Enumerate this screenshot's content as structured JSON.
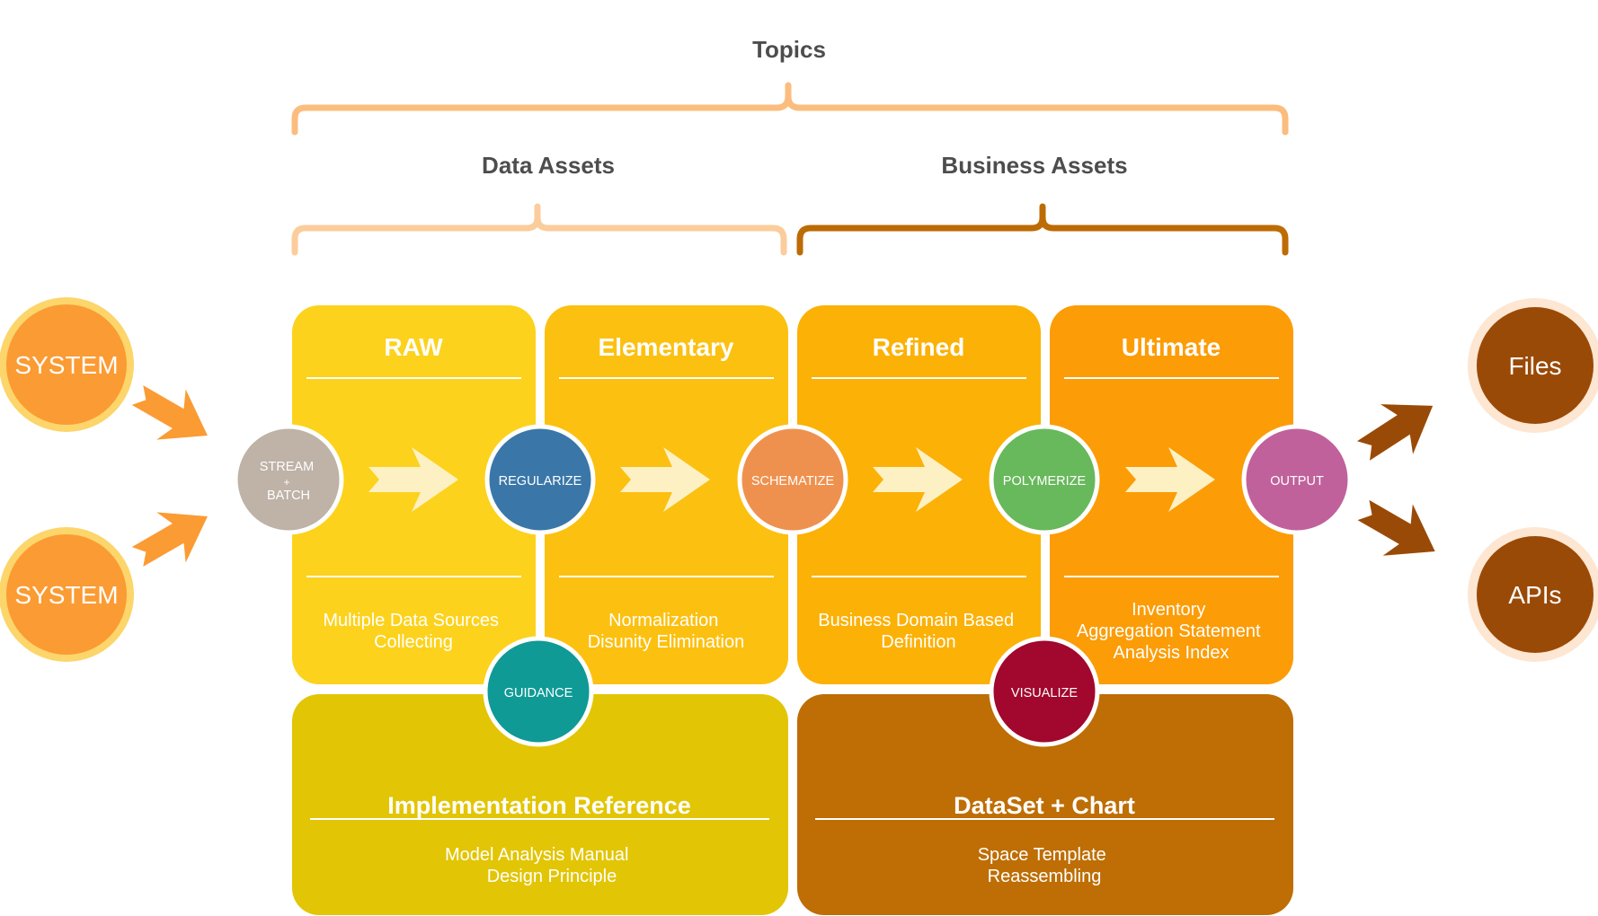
{
  "headings": {
    "topics": "Topics",
    "data_assets": "Data Assets",
    "business_assets": "Business Assets"
  },
  "sources": [
    {
      "label": "SYSTEM"
    },
    {
      "label": "SYSTEM"
    }
  ],
  "outputs": [
    {
      "label": "Files"
    },
    {
      "label": "APIs"
    }
  ],
  "stages": [
    {
      "title": "RAW",
      "desc": [
        "Multiple Data Sources",
        "Collecting"
      ],
      "color": "#fcd21c"
    },
    {
      "title": "Elementary",
      "desc": [
        "Normalization",
        "Disunity Elimination"
      ],
      "color": "#fcc010"
    },
    {
      "title": "Refined",
      "desc": [
        "Business Domain Based",
        "Definition"
      ],
      "color": "#fcb106"
    },
    {
      "title": "Ultimate",
      "desc": [
        "Inventory",
        "Aggregation Statement",
        "Analysis Index"
      ],
      "color": "#fc9c06"
    }
  ],
  "nodes": [
    {
      "label": [
        "STREAM",
        "+",
        "BATCH"
      ],
      "color": "#bfb2a7"
    },
    {
      "label": [
        "REGULARIZE"
      ],
      "color": "#3a77a8"
    },
    {
      "label": [
        "SCHEMATIZE"
      ],
      "color": "#ef914e"
    },
    {
      "label": [
        "POLYMERIZE"
      ],
      "color": "#68b85c"
    },
    {
      "label": [
        "OUTPUT"
      ],
      "color": "#c0619c"
    }
  ],
  "support": [
    {
      "title": "Implementation Reference",
      "desc": [
        "Model Analysis Manual",
        "Design Principle"
      ],
      "node": "GUIDANCE",
      "node_color": "#0f9a96",
      "color": "#e2c504"
    },
    {
      "title": "DataSet + Chart",
      "desc": [
        "Space Template",
        "Reassembling"
      ],
      "node": "VISUALIZE",
      "node_color": "#a2072d",
      "color": "#be6e04"
    }
  ],
  "colors": {
    "source_fill": "#fb9b33",
    "source_ring": "#fcd56b",
    "output_fill": "#9a4a07",
    "output_ring": "#fde6d2",
    "bracket_light": "#fbbd7e",
    "bracket_dark": "#bd6b04",
    "inner_arrow": "#fdf1c4"
  }
}
